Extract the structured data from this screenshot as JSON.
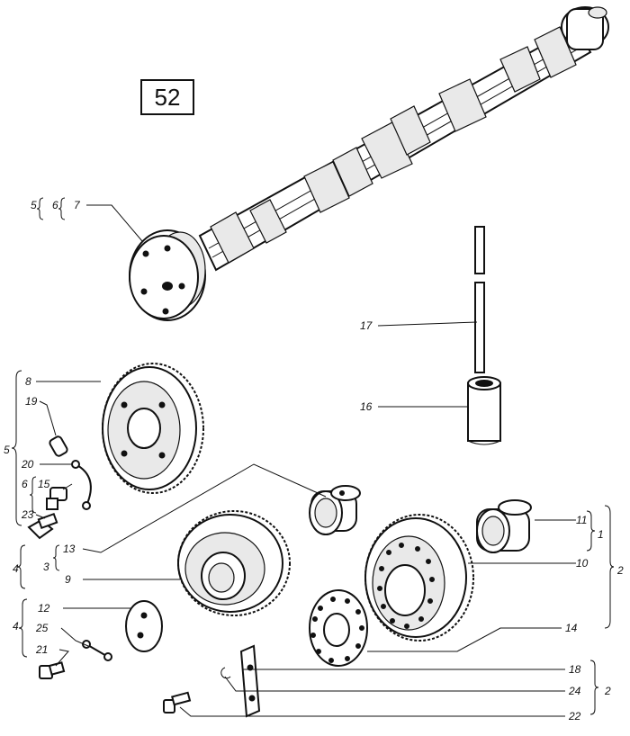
{
  "figure_number": "52",
  "labels": {
    "n1": "1",
    "n2a": "2",
    "n2b": "2",
    "n3": "3",
    "n4a": "4",
    "n4b": "4",
    "n5a": "5",
    "n5b": "5",
    "n6a": "6",
    "n6b": "6",
    "n7": "7",
    "n8": "8",
    "n9": "9",
    "n10": "10",
    "n11": "11",
    "n12": "12",
    "n13": "13",
    "n14": "14",
    "n15": "15",
    "n16": "16",
    "n17": "17",
    "n18": "18",
    "n19": "19",
    "n20": "20",
    "n21": "21",
    "n22": "22",
    "n23": "23",
    "n24": "24",
    "n25": "25"
  }
}
